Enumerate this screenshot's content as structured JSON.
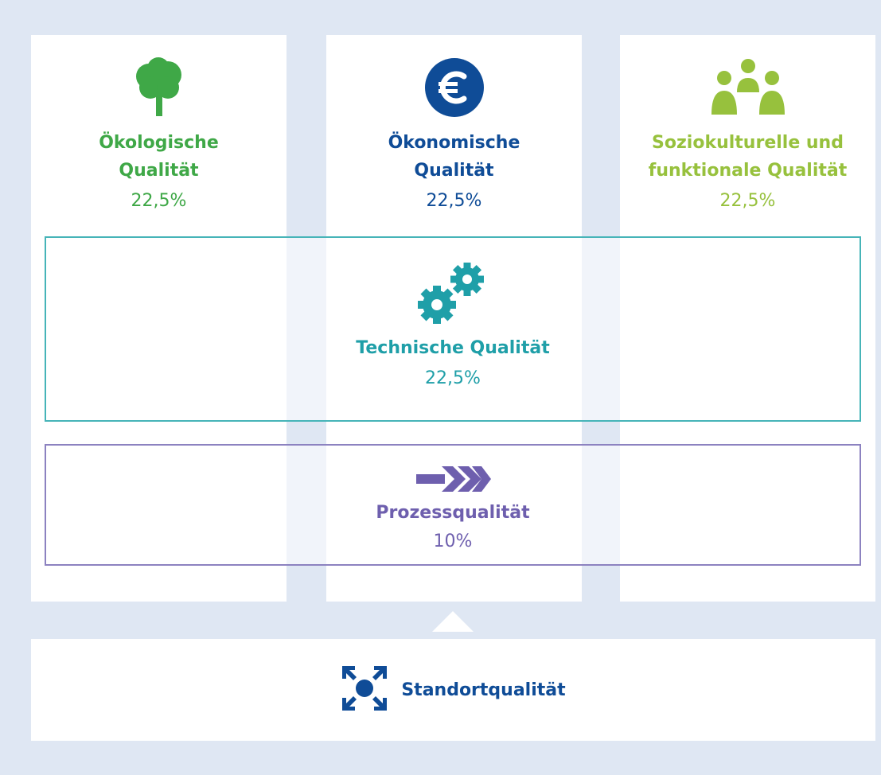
{
  "colors": {
    "ecological": "#3fa847",
    "economic": "#0f4c97",
    "sociocultural": "#97c13d",
    "technical": "#1f9fa8",
    "process": "#6e5fae",
    "site": "#0f4c97"
  },
  "pillars": [
    {
      "icon": "tree-icon",
      "title": "Ökologische\nQualität",
      "value": "22,5%"
    },
    {
      "icon": "euro-icon",
      "title": "Ökonomische\nQualität",
      "value": "22,5%"
    },
    {
      "icon": "people-icon",
      "title": "Soziokulturelle und\nfunktionale Qualität",
      "value": "22,5%"
    }
  ],
  "technical": {
    "icon": "gears-icon",
    "title": "Technische Qualität",
    "value": "22,5%"
  },
  "process": {
    "icon": "chevrons-icon",
    "title": "Prozessqualität",
    "value": "10%"
  },
  "site": {
    "icon": "converge-arrows-icon",
    "title": "Standortqualität"
  }
}
